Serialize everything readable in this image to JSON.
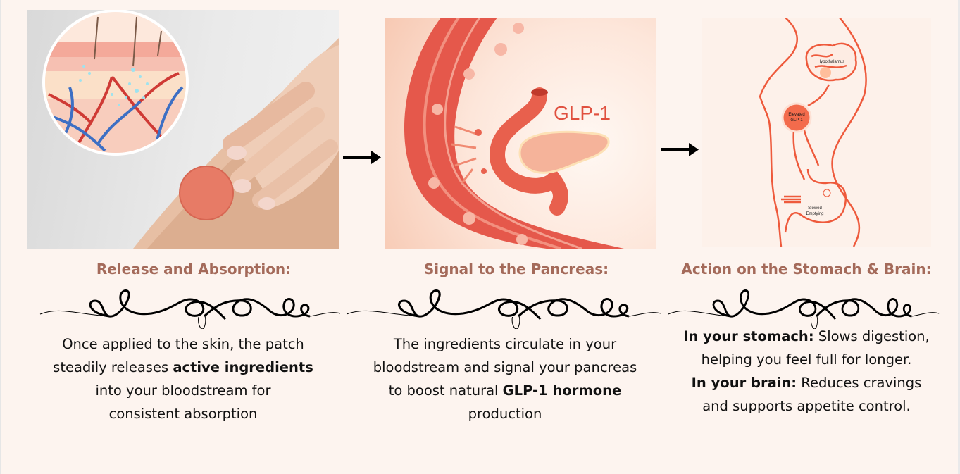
{
  "colors": {
    "background": "#fdf4ef",
    "heading": "#a46a5a",
    "body_text": "#111111",
    "accent_red": "#e8533a"
  },
  "steps": [
    {
      "image": {
        "description": "Hand applying round patch on forearm with skin cross-section inset",
        "icon": "skin-patch-illustration"
      },
      "heading": "Release and Absorption:",
      "body": {
        "line1": "Once applied to the skin, the patch",
        "line2_pre": "steadily releases ",
        "line2_bold": "active ingredients",
        "line3": "into your bloodstream for",
        "line4": "consistent absorption"
      }
    },
    {
      "image": {
        "description": "Blood vessel signaling pancreas",
        "icon": "pancreas-illustration",
        "label": "GLP-1"
      },
      "heading": "Signal to the Pancreas:",
      "body": {
        "line1": "The ingredients circulate in your",
        "line2": "bloodstream and signal your pancreas",
        "line3_pre": "to boost natural ",
        "line3_bold": "GLP-1 hormone",
        "line4": "production"
      }
    },
    {
      "image": {
        "description": "Body outline with brain and stomach",
        "icon": "body-brain-stomach-illustration",
        "label_brain": "Hypothalamus",
        "label_glp_line1": "Elevated",
        "label_glp_line2": "GLP-1",
        "label_stomach_line1": "Slowed",
        "label_stomach_line2": "Emptying"
      },
      "heading": "Action on the Stomach & Brain:",
      "body": {
        "line1_bold": "In your stomach:",
        "line1_rest": " Slows digestion,",
        "line2": "helping you feel full for longer.",
        "line3_bold": "In your brain:",
        "line3_rest": " Reduces cravings",
        "line4": "and supports appetite control."
      }
    }
  ],
  "arrows": [
    {
      "icon": "arrow-right-icon"
    },
    {
      "icon": "arrow-right-icon"
    }
  ]
}
